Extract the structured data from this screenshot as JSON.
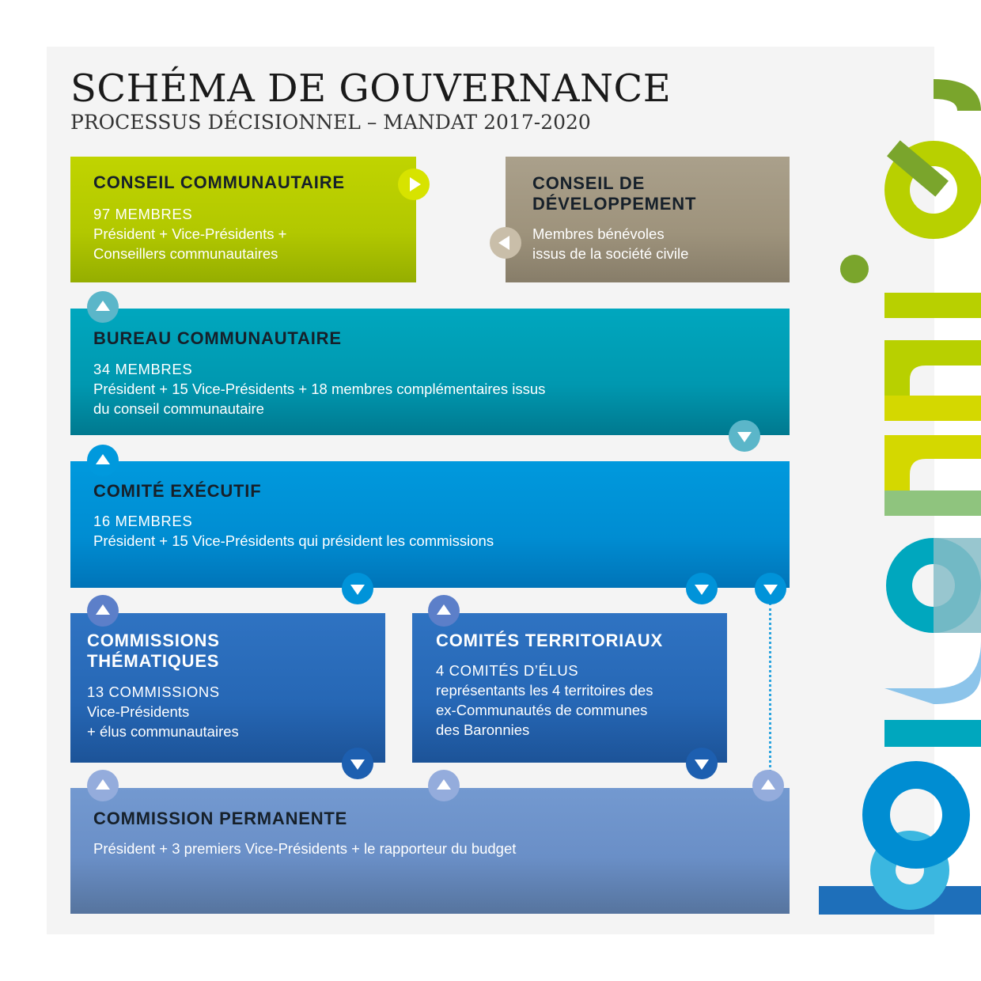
{
  "header": {
    "title": "SCHÉMA DE GOUVERNANCE",
    "subtitle": "PROCESSUS DÉCISIONNEL – MANDAT 2017-2020"
  },
  "boxes": {
    "conseil_communautaire": {
      "title": "CONSEIL COMMUNAUTAIRE",
      "count": "97 MEMBRES",
      "description": "Président + Vice-Présidents +\nConseillers communautaires",
      "color": "#b2c800"
    },
    "conseil_developpement": {
      "title": "CONSEIL DE\nDÉVELOPPEMENT",
      "description": "Membres bénévoles\nissus de la société civile",
      "color": "#9e937c"
    },
    "bureau_communautaire": {
      "title": "BUREAU COMMUNAUTAIRE",
      "count": "34 MEMBRES",
      "description": "Président + 15 Vice-Présidents + 18 membres complémentaires issus\ndu conseil communautaire",
      "color": "#0098b0"
    },
    "comite_executif": {
      "title": "COMITÉ EXÉCUTIF",
      "count": "16 MEMBRES",
      "description": "Président + 15 Vice-Présidents qui président les commissions",
      "color": "#008dd2"
    },
    "commissions_thematiques": {
      "title": "COMMISSIONS\nTHÉMATIQUES",
      "count": "13 COMMISSIONS",
      "description": "Vice-Présidents\n+ élus communautaires",
      "color": "#2667b5"
    },
    "comites_territoriaux": {
      "title": "COMITÉS TERRITORIAUX",
      "count": "4 COMITÉS D’ÉLUS",
      "description": "représentants  les 4 territoires des\nex-Communautés de communes\ndes Baronnies",
      "color": "#2667b5"
    },
    "commission_permanente": {
      "title": "COMMISSION PERMANENTE",
      "description": "Président + 3 premiers Vice-Présidents + le rapporteur du budget",
      "color": "#6a8fc7"
    }
  },
  "logo": {
    "text": "baronnies",
    "colors": [
      "#1e6fba",
      "#008dd2",
      "#3bb7e0",
      "#8cc4ea",
      "#00a7be",
      "#86bcc7",
      "#8fc47e",
      "#d4d800",
      "#b8d000",
      "#7aa52c"
    ]
  }
}
